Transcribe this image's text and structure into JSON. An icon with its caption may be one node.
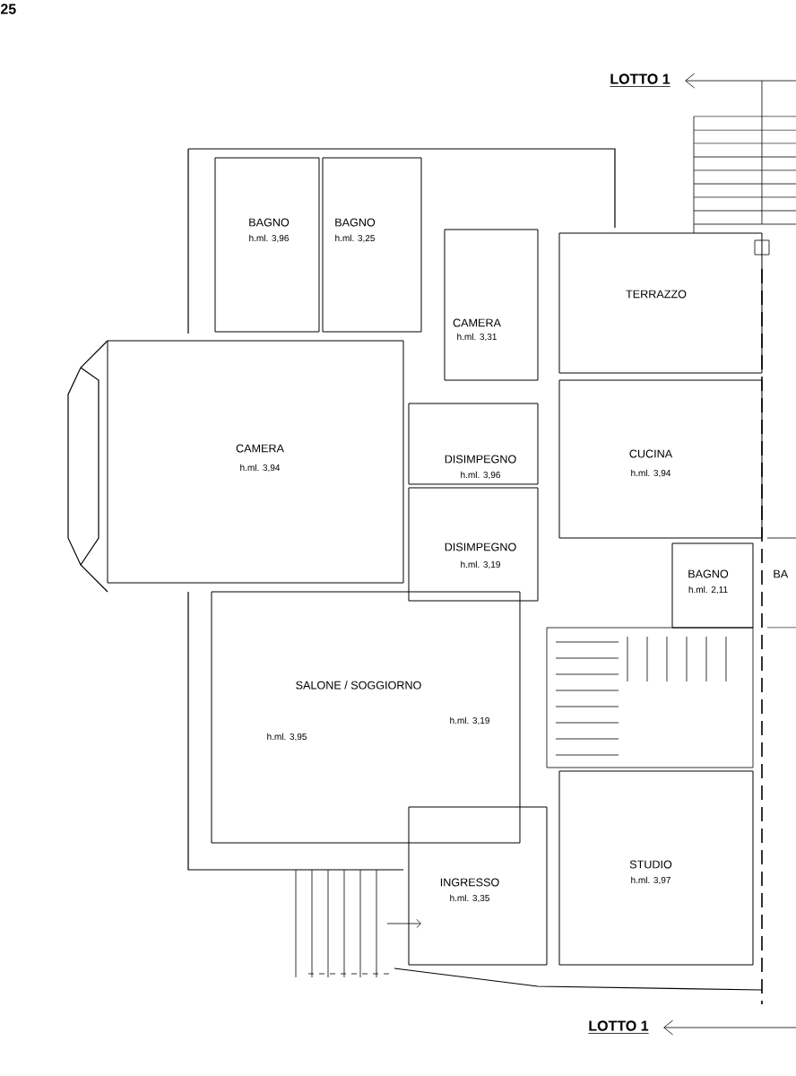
{
  "diagram": {
    "nodes": [
      {
        "text": [
          "BAGNO",
          "h.ml. 3,96"
        ]
      },
      {
        "text": [
          "BAGNO",
          "h.ml. 3,25"
        ]
      },
      {
        "text": [
          "CAMERA",
          "h.ml. 3,31"
        ]
      },
      {
        "text": [
          "TERRAZZO"
        ]
      },
      {
        "text": [
          "CAMERA",
          "h.ml. 3,94"
        ]
      },
      {
        "text": [
          "DISIMPEGNO",
          "h.ml. 3,96"
        ]
      },
      {
        "text": [
          "CUCINA",
          "h.ml. 3,94"
        ]
      },
      {
        "text": [
          "DISIMPEGNO",
          "h.ml. 3,19"
        ]
      },
      {
        "text": [
          "BAGNO",
          "h.ml. 2,11"
        ]
      },
      {
        "text": [
          "SALONE / SOGGIORNO",
          "h.ml. 3,95",
          "h.ml. 3,19"
        ]
      },
      {
        "text": [
          "INGRESSO",
          "h.ml. 3,35"
        ]
      },
      {
        "text": [
          "STUDIO",
          "h.ml. 3,97"
        ]
      }
    ],
    "labels": [
      "25",
      "LOTTO 1",
      "BA",
      "LOTTO 1"
    ]
  }
}
